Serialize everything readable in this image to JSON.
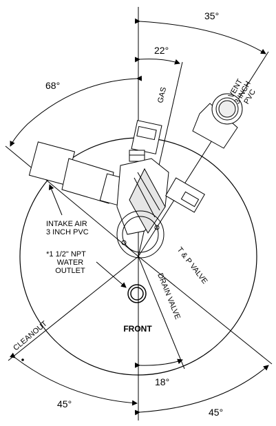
{
  "angles": {
    "vent": "35°",
    "gas": "22°",
    "intake": "68°",
    "drain": "18°",
    "cleanout": "45°",
    "tp_valve": "45°"
  },
  "labels": {
    "gas": "GAS",
    "vent_line1": "VENT",
    "vent_line2": "3 INCH",
    "vent_line3": "PVC",
    "intake_line1": "INTAKE AIR",
    "intake_line2": "3 INCH PVC",
    "water_line1": "*1 1/2\" NPT",
    "water_line2": "WATER",
    "water_line3": "OUTLET",
    "front": "FRONT",
    "drain_valve": "DRAIN VALVE",
    "tp_valve": "T & P VALVE",
    "cleanout": "CLEANOUT"
  }
}
